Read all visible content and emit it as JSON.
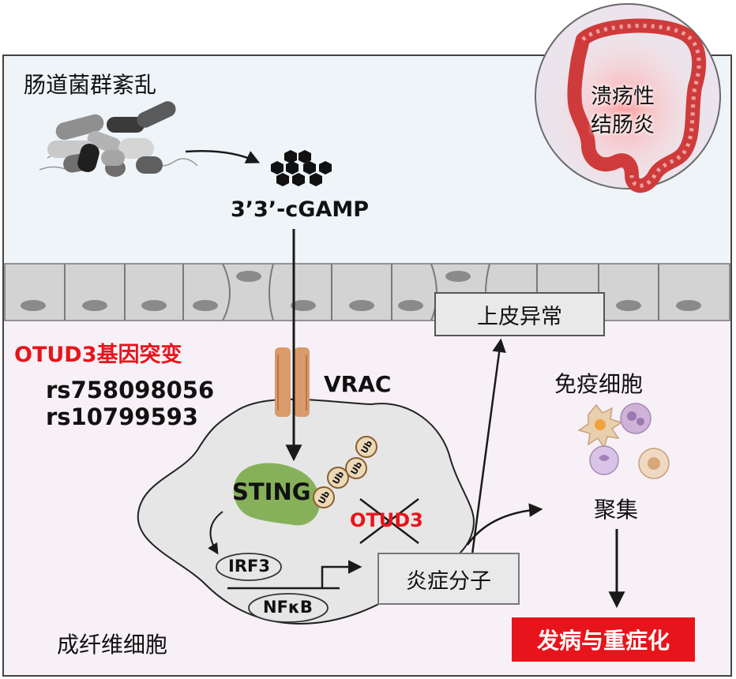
{
  "labels": {
    "dysbiosis": "肠道菌群紊乱",
    "cgamp": "3’3’-cGAMP",
    "disease_line1": "溃疡性",
    "disease_line2": "结肠炎",
    "epithelial_abnormal": "上皮异常",
    "otud3_mutation": "OTUD3基因突变",
    "snp1": "rs758098056",
    "snp2": "rs10799593",
    "vrac": "VRAC",
    "immune_cells": "免疫细胞",
    "sting": "STING",
    "ub": "Ub",
    "otud3": "OTUD3",
    "aggregation": "聚集",
    "irf3": "IRF3",
    "inflammatory_molecules": "炎症分子",
    "nfkb": "NFκB",
    "fibroblast": "成纤维细胞",
    "outcome": "发病与重症化"
  },
  "colors": {
    "lumen_bg": "#eef4f8",
    "tissue_bg": "#f7f1f7",
    "epithelium": "#d6d6d6",
    "nucleus": "#8a8a8a",
    "fibroblast_fill": "#e6e6e6",
    "sting_green": "#86b15a",
    "ub_fill": "#ecd9b8",
    "vrac_orange": "#d99a6c",
    "accent_red": "#e8141b",
    "colon_red": "#d9534f"
  }
}
